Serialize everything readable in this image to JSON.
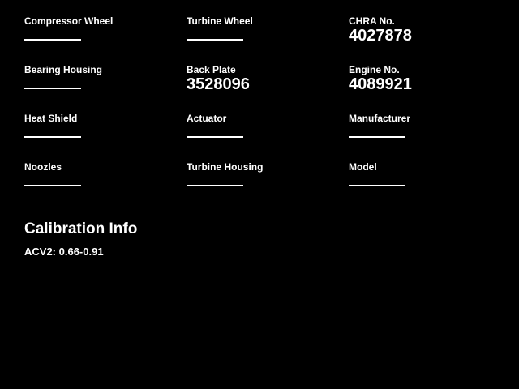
{
  "colors": {
    "background": "#000000",
    "text": "#ffffff",
    "field_underline": "#ffffff"
  },
  "fields": [
    {
      "label": "Compressor Wheel",
      "value": ""
    },
    {
      "label": "Turbine Wheel",
      "value": ""
    },
    {
      "label": "CHRA No.",
      "value": "4027878"
    },
    {
      "label": "Bearing Housing",
      "value": ""
    },
    {
      "label": "Back Plate",
      "value": "3528096"
    },
    {
      "label": "Engine No.",
      "value": "4089921"
    },
    {
      "label": "Heat Shield",
      "value": ""
    },
    {
      "label": "Actuator",
      "value": ""
    },
    {
      "label": "Manufacturer",
      "value": ""
    },
    {
      "label": "Noozles",
      "value": ""
    },
    {
      "label": "Turbine Housing",
      "value": ""
    },
    {
      "label": "Model",
      "value": ""
    }
  ],
  "calibration": {
    "title": "Calibration Info",
    "acv2": "ACV2: 0.66-0.91"
  }
}
